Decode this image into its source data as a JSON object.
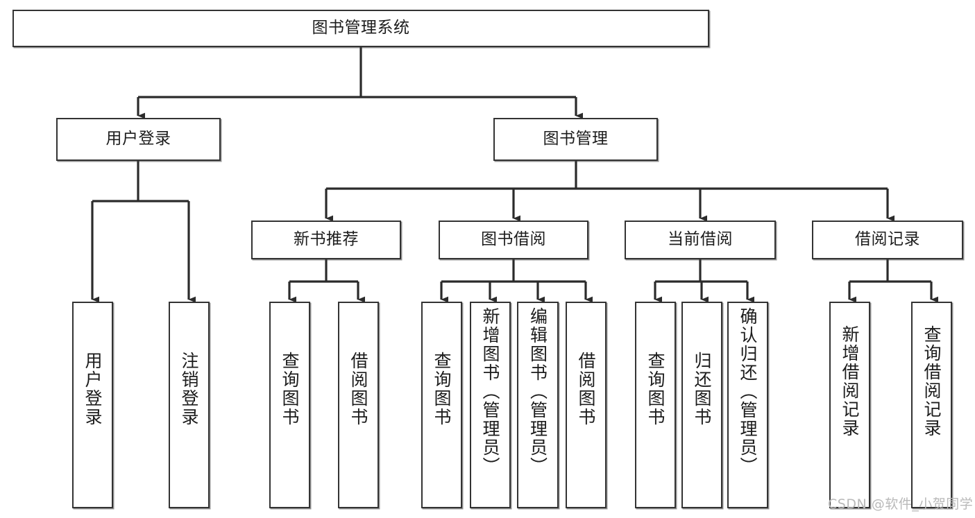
{
  "diagram": {
    "title": "图书管理系统",
    "type": "tree-hierarchy-diagram",
    "watermark": "CSDN @软件_小贺同学",
    "colors": {
      "box_border": "#333333",
      "box_fill": "#ffffff",
      "edge": "#2b2b2b",
      "text": "#1c1c1c",
      "watermark": "#b9b9b9"
    },
    "nodes": {
      "root": {
        "label": "图书管理系统"
      },
      "level2": [
        {
          "id": "user-login",
          "label": "用户登录"
        },
        {
          "id": "book-management",
          "label": "图书管理"
        }
      ],
      "level3": [
        {
          "id": "new-book-recommend",
          "label": "新书推荐"
        },
        {
          "id": "book-borrow",
          "label": "图书借阅"
        },
        {
          "id": "current-borrow",
          "label": "当前借阅"
        },
        {
          "id": "borrow-record",
          "label": "借阅记录"
        }
      ],
      "leaves": {
        "user_login": [
          {
            "id": "leaf-user-login",
            "label": "用户登录"
          },
          {
            "id": "leaf-logout",
            "label": "注销登录"
          }
        ],
        "new_book_recommend": [
          {
            "id": "leaf-query-book-1",
            "label": "查询图书"
          },
          {
            "id": "leaf-borrow-book-1",
            "label": "借阅图书"
          }
        ],
        "book_borrow": [
          {
            "id": "leaf-query-book-2",
            "label": "查询图书"
          },
          {
            "id": "leaf-add-book",
            "label": "新增图书（管理员）"
          },
          {
            "id": "leaf-edit-book",
            "label": "编辑图书（管理员）"
          },
          {
            "id": "leaf-borrow-book-2",
            "label": "借阅图书"
          }
        ],
        "current_borrow": [
          {
            "id": "leaf-query-book-3",
            "label": "查询图书"
          },
          {
            "id": "leaf-return-book",
            "label": "归还图书"
          },
          {
            "id": "leaf-confirm-return",
            "label": "确认归还（管理员）"
          }
        ],
        "borrow_record": [
          {
            "id": "leaf-add-record",
            "label": "新增借阅记录"
          },
          {
            "id": "leaf-query-record",
            "label": "查询借阅记录"
          }
        ]
      }
    }
  }
}
